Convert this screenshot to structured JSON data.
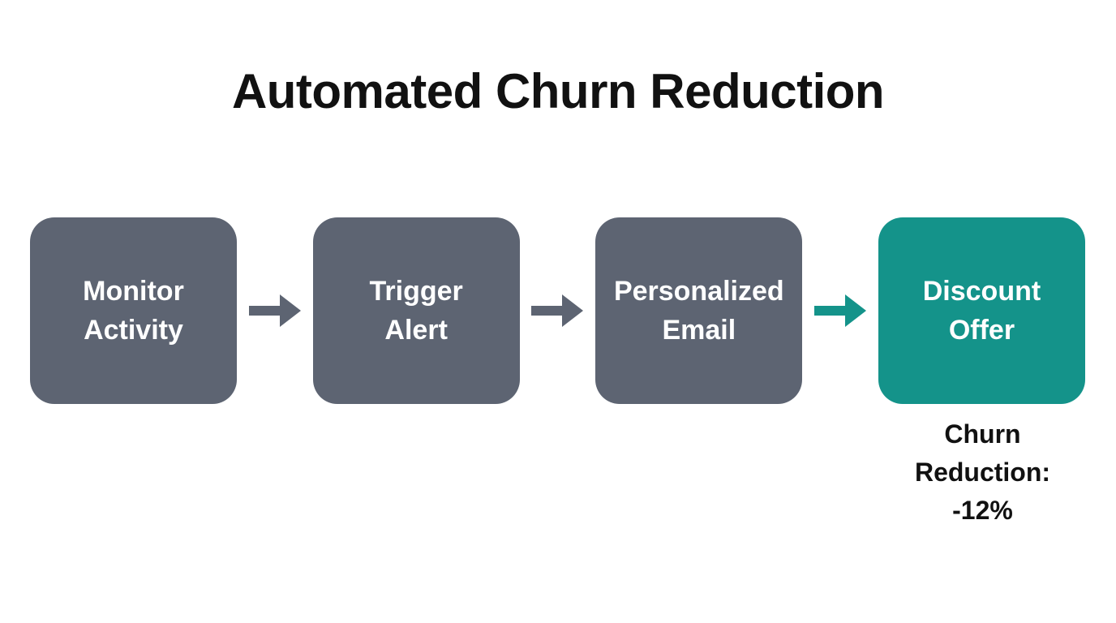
{
  "title": "Automated Churn Reduction",
  "flow": {
    "steps": [
      {
        "lines": [
          "Monitor",
          "Activity"
        ],
        "highlighted": false
      },
      {
        "lines": [
          "Trigger",
          "Alert"
        ],
        "highlighted": false
      },
      {
        "lines": [
          "Personalized",
          "Email"
        ],
        "highlighted": false
      },
      {
        "lines": [
          "Discount",
          "Offer"
        ],
        "highlighted": true
      }
    ],
    "arrows": [
      {
        "color": "#5d6472"
      },
      {
        "color": "#5d6472"
      },
      {
        "color": "#14938a"
      }
    ]
  },
  "annotation": {
    "lines": [
      "Churn",
      "Reduction:",
      "-12%"
    ]
  },
  "colors": {
    "box_gray": "#5d6472",
    "accent_teal": "#14938a",
    "arrow_gray": "#5d6472",
    "text_dark": "#111111",
    "text_light": "#ffffff",
    "background": "#ffffff"
  }
}
